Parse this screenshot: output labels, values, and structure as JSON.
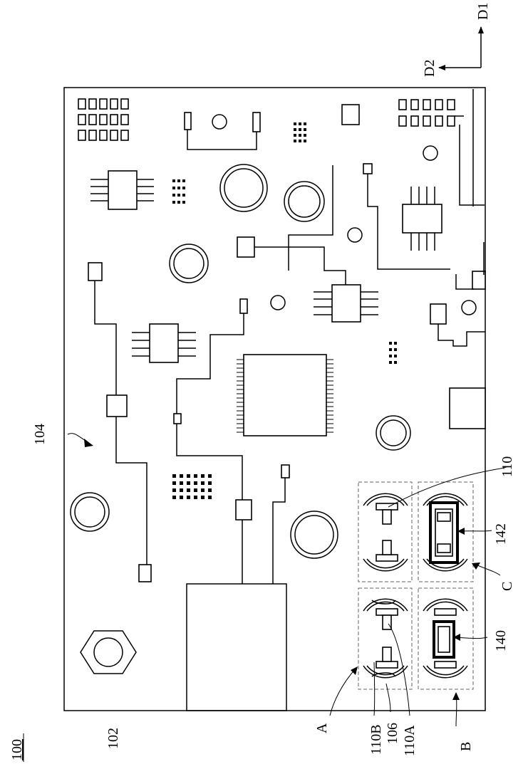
{
  "figure": {
    "ref_main": "100",
    "ref_board": "102",
    "ref_surface": "104",
    "region_a": "A",
    "region_b": "B",
    "region_c": "C",
    "ref_110": "110",
    "ref_110a": "110A",
    "ref_110b": "110B",
    "ref_106": "106",
    "ref_140": "140",
    "ref_142": "142",
    "axis_d1": "D1",
    "axis_d2": "D2"
  }
}
